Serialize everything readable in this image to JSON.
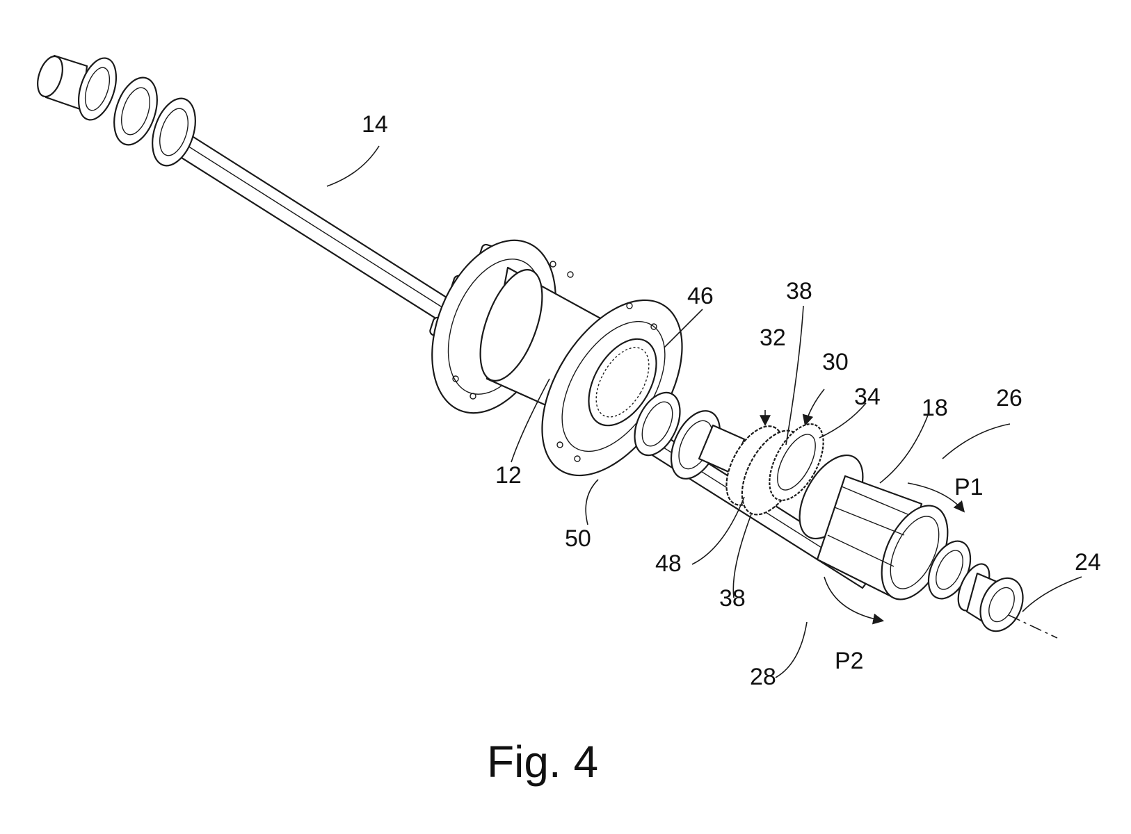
{
  "figure": {
    "caption": "Fig. 4",
    "labels": {
      "l12": "12",
      "l14": "14",
      "l18": "18",
      "l24": "24",
      "l26": "26",
      "l28": "28",
      "l30": "30",
      "l32": "32",
      "l34": "34",
      "l38a": "38",
      "l38b": "38",
      "l46": "46",
      "l48": "48",
      "l50": "50",
      "lP1": "P1",
      "lP2": "P2"
    }
  }
}
